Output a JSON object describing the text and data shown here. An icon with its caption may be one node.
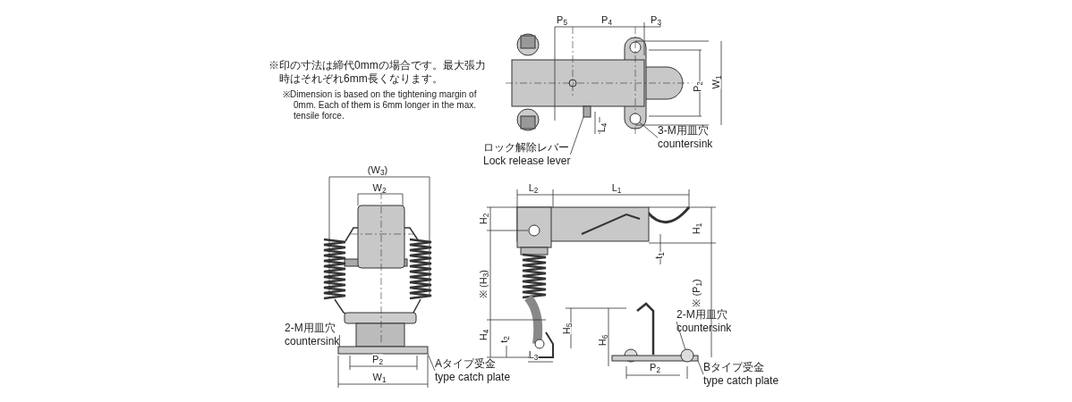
{
  "diagram": {
    "nodes": [
      {
        "text": [
          "ロック解除レバー",
          "Lock release lever"
        ]
      },
      {
        "text": [
          "3-M用皿穴",
          "countersink"
        ]
      },
      {
        "text": [
          "2-M用皿穴",
          "countersink"
        ]
      },
      {
        "text": [
          "Aタイプ受金",
          "type catch plate"
        ]
      },
      {
        "text": [
          "2-M用皿穴",
          "countersink"
        ]
      },
      {
        "text": [
          "Bタイプ受金",
          "type catch plate"
        ]
      },
      {
        "text": [],
        "shape": "box"
      },
      {
        "text": [],
        "shape": "circle"
      },
      {
        "text": [],
        "shape": "bar"
      },
      {
        "text": [],
        "shape": "circle"
      },
      {
        "text": [],
        "shape": "bar"
      }
    ],
    "edges": [
      {
        "from": 0,
        "to": 6,
        "arrow": "none"
      },
      {
        "from": 1,
        "to": 7,
        "arrow": "none"
      },
      {
        "from": 2,
        "to": 8,
        "arrow": "none"
      },
      {
        "from": 3,
        "to": 8,
        "arrow": "none"
      },
      {
        "from": 4,
        "to": 9,
        "arrow": "none"
      },
      {
        "from": 5,
        "to": 10,
        "arrow": "none"
      }
    ],
    "labels": [
      "※印の寸法は締代0mmの場合です。最大張力時はそれぞれ6mm長くなります。",
      "※Dimension is based on the tightening margin of 0mm. Each of them is 6mm longer in the max. tensile force.",
      "P$_{5}$",
      "P$_{4}$",
      "P$_{3}$",
      "P$_{2}$",
      "W$_{1}$",
      "L$_{4}$",
      "(W$_{3}$)",
      "W$_{2}$",
      "L$_{2}$",
      "L$_{1}$",
      "H$_{2}$",
      "H$_{1}$",
      "t$_{1}$",
      "※ (H$_{3}$)",
      "※ (P$_{1}$)",
      "H$_{5}$",
      "H$_{4}$",
      "t$_{2}$",
      "H$_{6}$",
      "L$_{3}$",
      "P$_{2}$",
      "P$_{2}$",
      "W$_{1}$"
    ]
  }
}
